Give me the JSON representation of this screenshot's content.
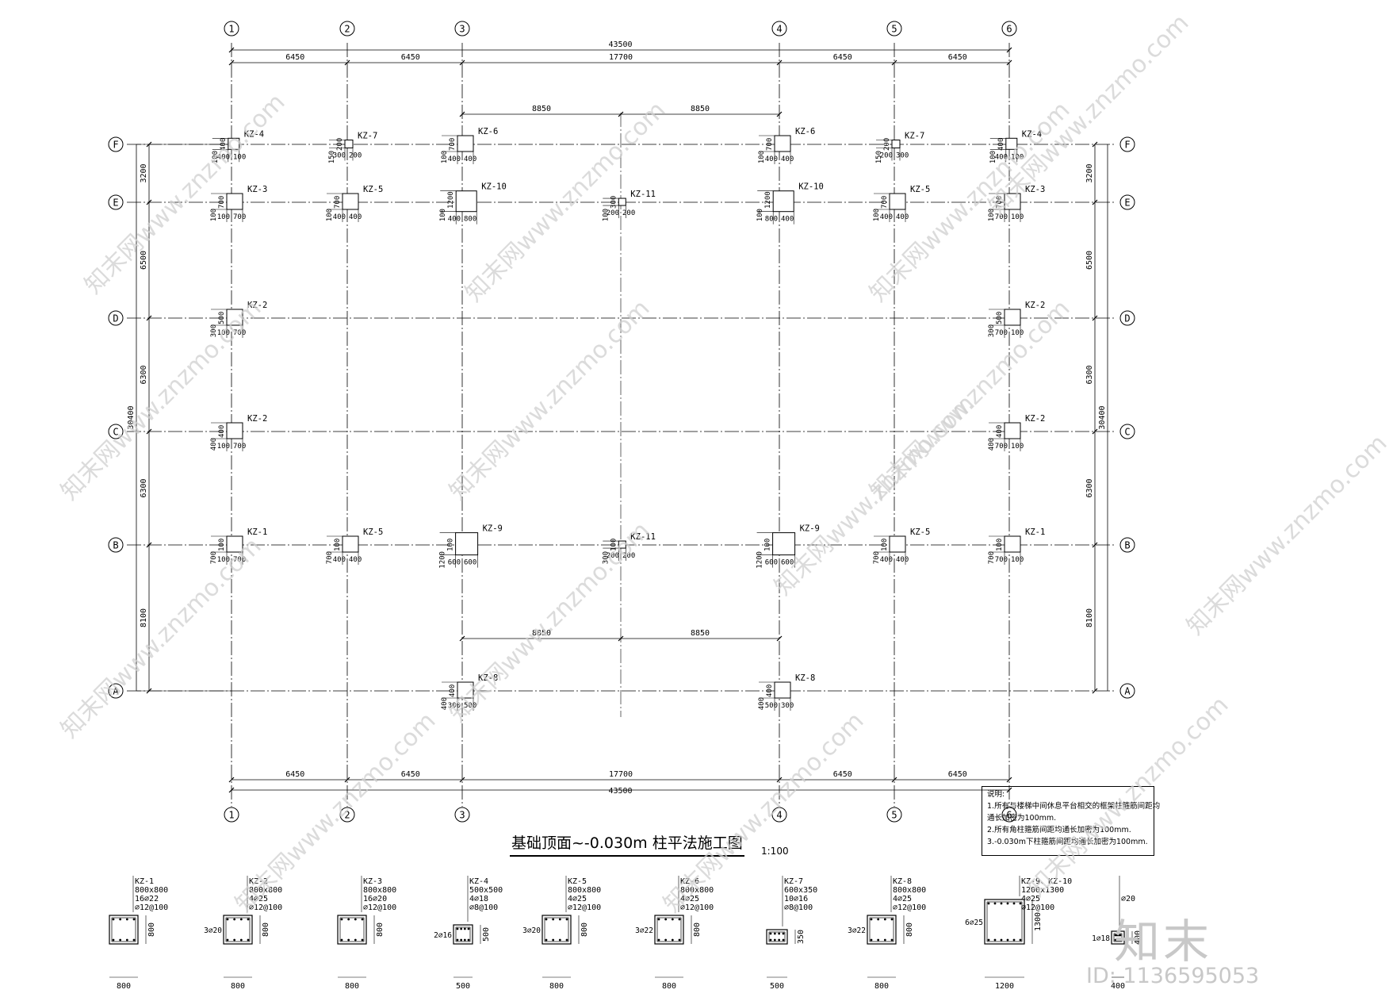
{
  "title": "基础顶面~-0.030m 柱平法施工图",
  "scale": "1:100",
  "grid": {
    "x_axes": [
      "1",
      "2",
      "3",
      "4",
      "5",
      "6"
    ],
    "y_axes": [
      "F",
      "E",
      "D",
      "C",
      "B",
      "A"
    ],
    "x_spacings": [
      "6450",
      "6450",
      "17700",
      "6450",
      "6450"
    ],
    "x_total": "43500",
    "y_spacings": [
      "3200",
      "6500",
      "6300",
      "6300",
      "8100"
    ],
    "y_total": "30400",
    "half_spans": [
      "8850",
      "8850"
    ]
  },
  "plan_columns": [
    {
      "label": "KZ-4",
      "left": "400",
      "right": "100",
      "top": "400",
      "bottom": "100"
    },
    {
      "label": "KZ-7",
      "left": "200",
      "right": "150",
      "top": "300",
      "bottom": "200"
    },
    {
      "label": "KZ-6",
      "left": "700",
      "right": "100",
      "top": "400",
      "bottom": "400"
    },
    {
      "label": "KZ-6",
      "left": "700",
      "right": "100",
      "top": "400",
      "bottom": "400"
    },
    {
      "label": "KZ-7",
      "left": "200",
      "right": "150",
      "top": "200",
      "bottom": "300"
    },
    {
      "label": "KZ-4",
      "left": "400",
      "right": "100",
      "top": "400",
      "bottom": "100"
    },
    {
      "label": "KZ-3",
      "left": "700",
      "right": "100",
      "top": "100",
      "bottom": "700"
    },
    {
      "label": "KZ-5",
      "left": "700",
      "right": "100",
      "top": "400",
      "bottom": "400"
    },
    {
      "label": "KZ-10",
      "left": "1200",
      "right": "100",
      "top": "400",
      "bottom": "800"
    },
    {
      "label": "KZ-11",
      "left": "300",
      "right": "100",
      "top": "200",
      "bottom": "200"
    },
    {
      "label": "KZ-10",
      "left": "1200",
      "right": "100",
      "top": "800",
      "bottom": "400"
    },
    {
      "label": "KZ-5",
      "left": "700",
      "right": "100",
      "top": "400",
      "bottom": "400"
    },
    {
      "label": "KZ-3",
      "left": "700",
      "right": "100",
      "top": "700",
      "bottom": "100"
    },
    {
      "label": "KZ-2",
      "left": "500",
      "right": "300",
      "top": "100",
      "bottom": "700"
    },
    {
      "label": "KZ-2",
      "left": "500",
      "right": "300",
      "top": "700",
      "bottom": "100"
    },
    {
      "label": "KZ-2",
      "left": "400",
      "right": "400",
      "top": "100",
      "bottom": "700"
    },
    {
      "label": "KZ-2",
      "left": "400",
      "right": "400",
      "top": "700",
      "bottom": "100"
    },
    {
      "label": "KZ-1",
      "left": "100",
      "right": "700",
      "top": "100",
      "bottom": "700"
    },
    {
      "label": "KZ-5",
      "left": "100",
      "right": "700",
      "top": "400",
      "bottom": "400"
    },
    {
      "label": "KZ-9",
      "left": "100",
      "right": "1200",
      "top": "600",
      "bottom": "600"
    },
    {
      "label": "KZ-11",
      "left": "100",
      "right": "300",
      "top": "200",
      "bottom": "200"
    },
    {
      "label": "KZ-9",
      "left": "100",
      "right": "1200",
      "top": "600",
      "bottom": "600"
    },
    {
      "label": "KZ-5",
      "left": "100",
      "right": "700",
      "top": "400",
      "bottom": "400"
    },
    {
      "label": "KZ-1",
      "left": "100",
      "right": "700",
      "top": "700",
      "bottom": "100"
    },
    {
      "label": "KZ-8",
      "left": "400",
      "right": "400",
      "top": "300",
      "bottom": "500"
    },
    {
      "label": "KZ-8",
      "left": "400",
      "right": "400",
      "top": "500",
      "bottom": "300"
    }
  ],
  "notes": {
    "heading": "说明:",
    "items": [
      "1.所有与楼梯中间休息平台相交的框架柱箍筋间距均",
      "   通长加密为100mm.",
      "2.所有角柱箍筋间距均通长加密为100mm.",
      "3.-0.030m下柱箍筋间距均通长加密为100mm."
    ]
  },
  "sections": [
    {
      "name": "KZ-1",
      "size": "800x800",
      "main": "16⌀22",
      "stirrup": "⌀12@100",
      "side": "",
      "w": "800",
      "h": "800"
    },
    {
      "name": "KZ-2",
      "size": "800x800",
      "main": "4⌀25",
      "stirrup": "⌀12@100",
      "side": "3⌀20",
      "w": "800",
      "h": "800"
    },
    {
      "name": "KZ-3",
      "size": "800x800",
      "main": "16⌀20",
      "stirrup": "⌀12@100",
      "side": "",
      "w": "800",
      "h": "800"
    },
    {
      "name": "KZ-4",
      "size": "500x500",
      "main": "4⌀18",
      "stirrup": "⌀8@100",
      "side": "2⌀16",
      "w": "500",
      "h": "500"
    },
    {
      "name": "KZ-5",
      "size": "800x800",
      "main": "4⌀25",
      "stirrup": "⌀12@100",
      "side": "3⌀20",
      "w": "800",
      "h": "800"
    },
    {
      "name": "KZ-6",
      "size": "800x800",
      "main": "4⌀25",
      "stirrup": "⌀12@100",
      "side": "3⌀22",
      "w": "800",
      "h": "800"
    },
    {
      "name": "KZ-7",
      "size": "600x350",
      "main": "10⌀16",
      "stirrup": "⌀8@100",
      "side": "",
      "w": "500",
      "h": "350"
    },
    {
      "name": "KZ-8",
      "size": "800x800",
      "main": "4⌀25",
      "stirrup": "⌀12@100",
      "side": "3⌀22",
      "w": "800",
      "h": "800"
    },
    {
      "name": "KZ-9、KZ-10",
      "size": "1200x1300",
      "main": "4⌀25",
      "stirrup": "⌀12@100",
      "side": "6⌀25",
      "w": "1200",
      "h": "1300"
    },
    {
      "name": "",
      "size": "",
      "main": "⌀20",
      "stirrup": "",
      "side": "1⌀18",
      "w": "400",
      "h": "400"
    }
  ],
  "watermark": "知末网www.znzmo.com",
  "logo": "知末",
  "image_id": "ID: 1136595053"
}
